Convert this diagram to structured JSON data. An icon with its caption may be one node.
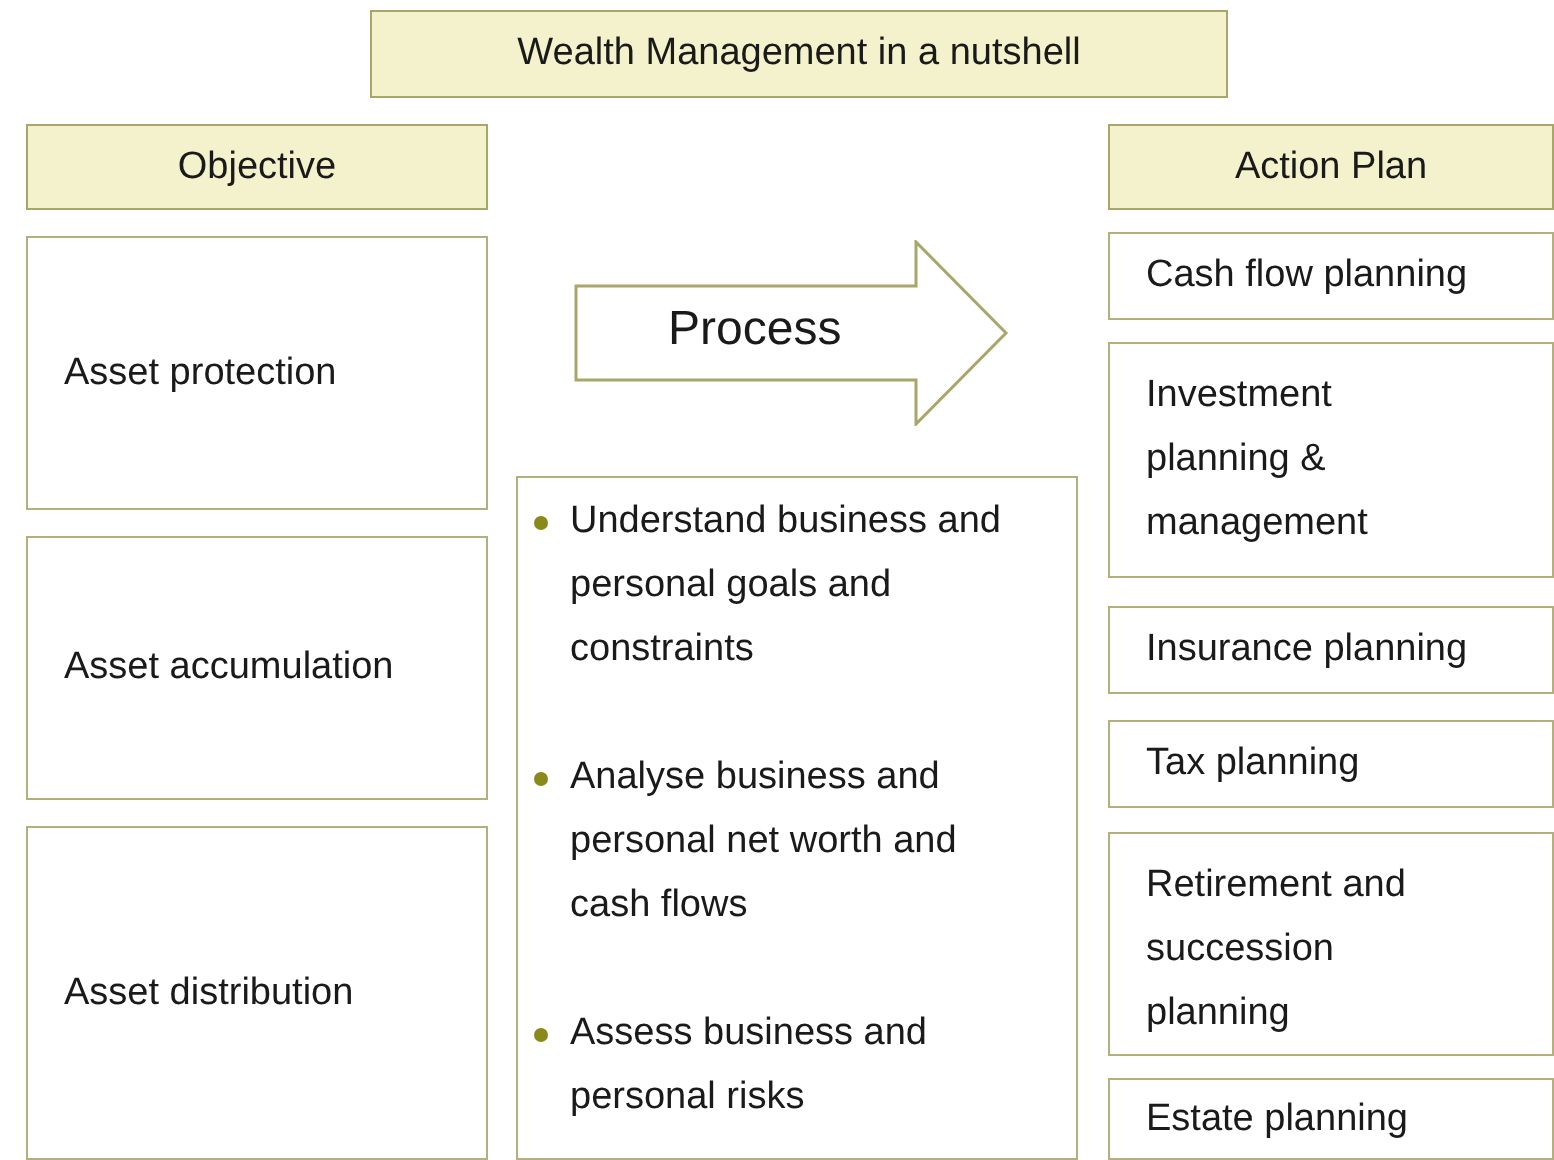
{
  "diagram": {
    "nodes": [
      {
        "text": [
          "Wealth Management in a nutshell"
        ]
      },
      {
        "text": [
          "Objective"
        ]
      },
      {
        "text": [
          "Asset protection"
        ]
      },
      {
        "text": [
          "Asset accumulation"
        ]
      },
      {
        "text": [
          "Asset distribution"
        ]
      },
      {
        "text": [
          "Process"
        ]
      },
      {
        "text": [
          "Understand business and personal goals and constraints",
          "Analyse business and personal net worth and cash flows",
          "Assess business and personal risks"
        ]
      },
      {
        "text": [
          "Action Plan"
        ]
      },
      {
        "text": [
          "Cash flow planning"
        ]
      },
      {
        "text": [
          "Investment planning & management"
        ]
      },
      {
        "text": [
          "Insurance planning"
        ]
      },
      {
        "text": [
          "Tax planning"
        ]
      },
      {
        "text": [
          "Retirement and succession planning"
        ]
      },
      {
        "text": [
          "Estate planning"
        ]
      }
    ]
  }
}
